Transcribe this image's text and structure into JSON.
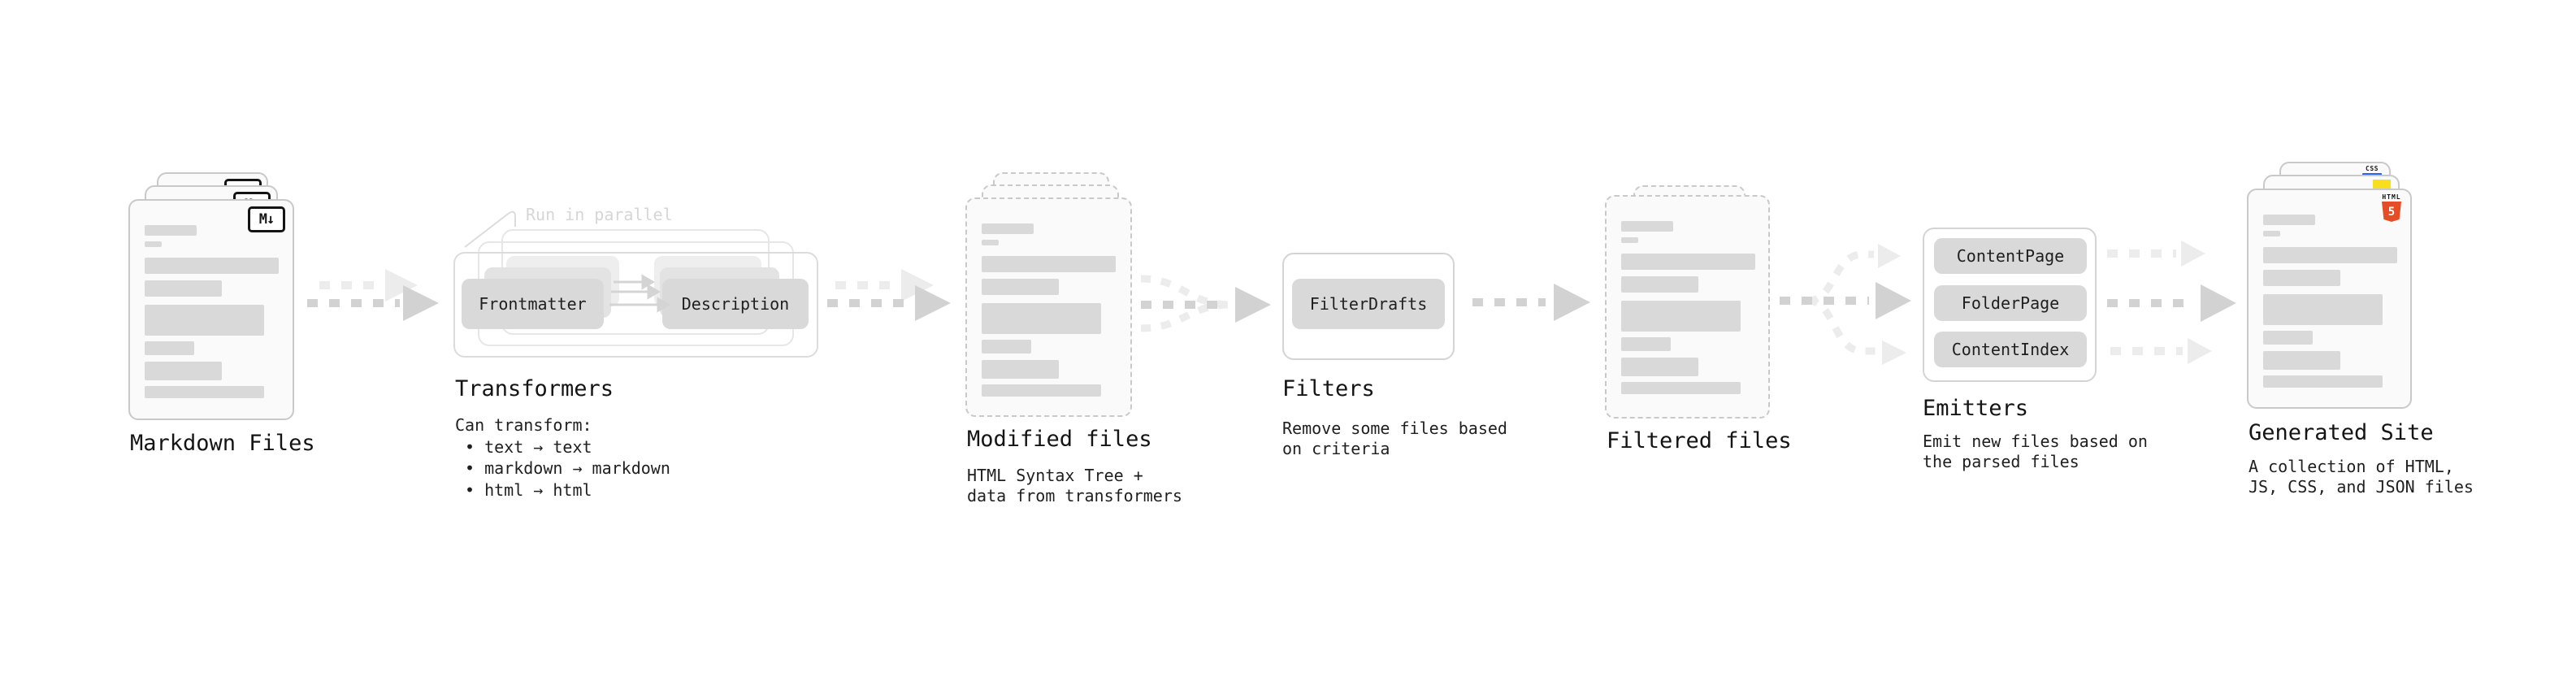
{
  "stages": {
    "markdown": {
      "label": "Markdown Files"
    },
    "transformers": {
      "label": "Transformers",
      "annotation": "Run in parallel",
      "node1": "Frontmatter",
      "node2": "Description",
      "subtitle": "Can transform:",
      "bullets": [
        "• text → text",
        "• markdown → markdown",
        "• html → html"
      ]
    },
    "modified": {
      "label": "Modified files",
      "desc1": "HTML Syntax Tree +",
      "desc2": "data from transformers"
    },
    "filters": {
      "label": "Filters",
      "node1": "FilterDrafts",
      "desc1": "Remove some files based",
      "desc2": "on criteria"
    },
    "filtered": {
      "label": "Filtered files"
    },
    "emitters": {
      "label": "Emitters",
      "node1": "ContentPage",
      "node2": "FolderPage",
      "node3": "ContentIndex",
      "desc1": "Emit new files based on",
      "desc2": "the parsed files"
    },
    "generated": {
      "label": "Generated Site",
      "desc1": "A collection of HTML,",
      "desc2": "JS, CSS, and JSON files"
    }
  },
  "badges": {
    "markdown": "M↓",
    "html5_top": "HTML",
    "html5_number": "5",
    "css": "CSS"
  },
  "colors": {
    "html5_orange": "#e44d26",
    "js_yellow": "#f7df1e",
    "css_blue": "#2962ef",
    "node_fill": "#d9d9d9",
    "bar_fill": "#d9d9d9",
    "card_border": "#c9c9c9",
    "arrow_dark": "#d2d2d2",
    "arrow_light": "#ececec",
    "annotation_gray": "#d6d6d6"
  }
}
